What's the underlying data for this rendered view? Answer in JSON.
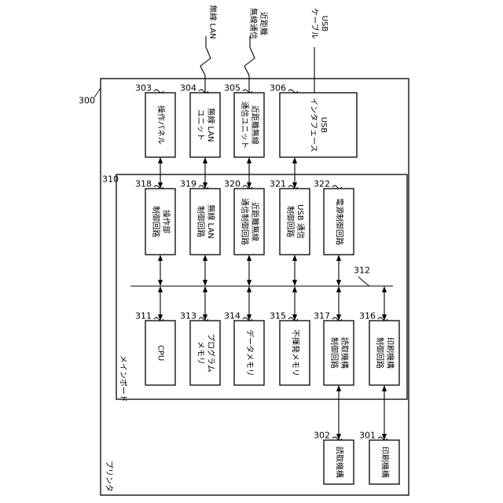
{
  "printer": {
    "ref": "300",
    "label": "プリンタ"
  },
  "mainboard": {
    "ref": "310",
    "label": "メインボード"
  },
  "bus": {
    "ref": "312"
  },
  "external": {
    "wlan": "無線 LAN",
    "nfc": [
      "近距離",
      "無線通信"
    ],
    "usb": [
      "USB",
      "ケーブル"
    ]
  },
  "peripherals": [
    {
      "ref": "303",
      "lines": [
        "操作パネル"
      ]
    },
    {
      "ref": "304",
      "lines": [
        "無線 LAN",
        "ユニット"
      ]
    },
    {
      "ref": "305",
      "lines": [
        "近距離無線",
        "通信ユニット"
      ]
    },
    {
      "ref": "306",
      "lines": [
        "USB",
        "インタフェース"
      ]
    }
  ],
  "controllers": [
    {
      "ref": "318",
      "lines": [
        "操作部",
        "制御回路"
      ]
    },
    {
      "ref": "319",
      "lines": [
        "無線 LAN",
        "制御回路"
      ]
    },
    {
      "ref": "320",
      "lines": [
        "近距離無線",
        "通信制御回路"
      ]
    },
    {
      "ref": "321",
      "lines": [
        "USB 通信",
        "制御回路"
      ]
    },
    {
      "ref": "322",
      "lines": [
        "電源制御回路"
      ]
    }
  ],
  "modules": [
    {
      "ref": "311",
      "lines": [
        "CPU"
      ]
    },
    {
      "ref": "313",
      "lines": [
        "プログラム",
        "メモリ"
      ]
    },
    {
      "ref": "314",
      "lines": [
        "データメモリ"
      ]
    },
    {
      "ref": "315",
      "lines": [
        "不揮発メモリ"
      ]
    },
    {
      "ref": "317",
      "lines": [
        "読取機構",
        "制御回路"
      ]
    },
    {
      "ref": "316",
      "lines": [
        "印刷機構",
        "制御回路"
      ]
    }
  ],
  "mechanisms": [
    {
      "ref": "302",
      "lines": [
        "読取機構"
      ]
    },
    {
      "ref": "301",
      "lines": [
        "印刷機構"
      ]
    }
  ]
}
